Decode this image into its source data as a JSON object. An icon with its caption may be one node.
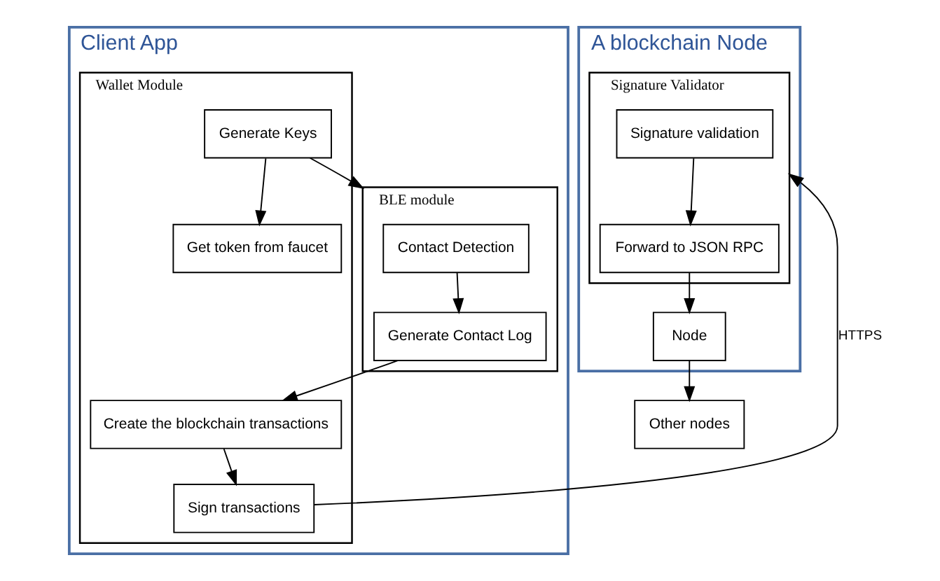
{
  "diagram": {
    "nodes": [
      {
        "text": [
          "Client App"
        ]
      },
      {
        "text": [
          "Wallet Module"
        ],
        "in": 0
      },
      {
        "text": [
          "Generate Keys"
        ],
        "in": 1
      },
      {
        "text": [
          "Get token from faucet"
        ],
        "in": 1
      },
      {
        "text": [
          "BLE module"
        ],
        "in": 0
      },
      {
        "text": [
          "Contact Detection"
        ],
        "in": 4
      },
      {
        "text": [
          "Generate Contact Log"
        ],
        "in": 4
      },
      {
        "text": [
          "Create the blockchain transactions"
        ],
        "in": 1
      },
      {
        "text": [
          "Sign transactions"
        ],
        "in": 1
      },
      {
        "text": [
          "A blockchain Node"
        ]
      },
      {
        "text": [
          "Signature Validator"
        ],
        "in": 9
      },
      {
        "text": [
          "Signature validation"
        ],
        "in": 10
      },
      {
        "text": [
          "Forward to JSON RPC"
        ],
        "in": 10
      },
      {
        "text": [
          "Node"
        ],
        "in": 9
      },
      {
        "text": [
          "Other nodes"
        ]
      }
    ],
    "edges": [
      {
        "from": 2,
        "to": 3,
        "arrow": "to"
      },
      {
        "from": 2,
        "to": 4,
        "arrow": "to"
      },
      {
        "from": 5,
        "to": 6,
        "arrow": "to"
      },
      {
        "from": 6,
        "to": 7,
        "arrow": "to"
      },
      {
        "from": 7,
        "to": 8,
        "arrow": "to"
      },
      {
        "from": 8,
        "to": 10,
        "arrow": "to",
        "label": "HTTPS"
      },
      {
        "from": 11,
        "to": 12,
        "arrow": "to"
      },
      {
        "from": 12,
        "to": 13,
        "arrow": "to"
      },
      {
        "from": 13,
        "to": 14,
        "arrow": "to"
      }
    ]
  }
}
